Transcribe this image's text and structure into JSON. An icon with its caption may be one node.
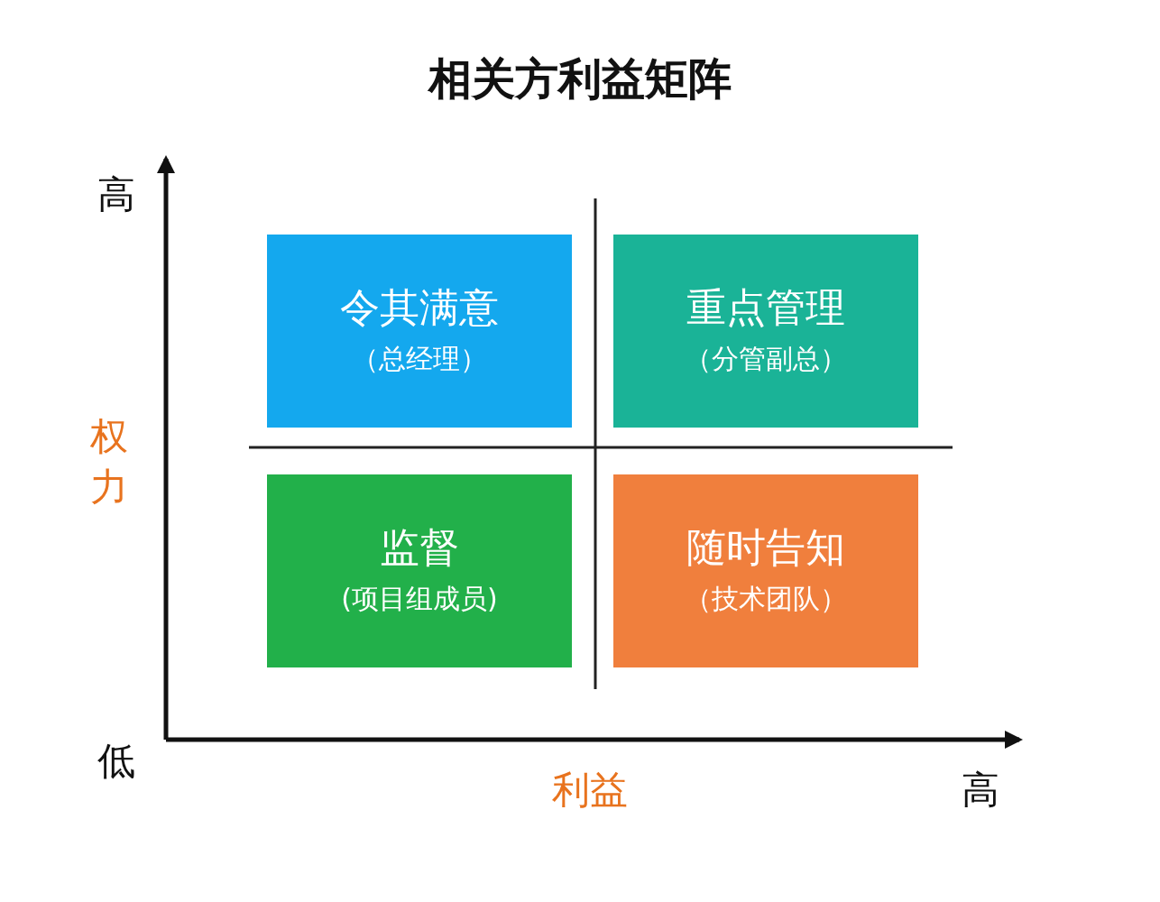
{
  "diagram": {
    "title": "相关方利益矩阵",
    "nodes": [
      {
        "text": [
          "令其满意",
          "（总经理）"
        ]
      },
      {
        "text": [
          "重点管理",
          "（分管副总）"
        ]
      },
      {
        "text": [
          "监督",
          "(项目组成员)"
        ]
      },
      {
        "text": [
          "随时告知",
          "（技术团队）"
        ]
      }
    ],
    "labels": [
      "高",
      "权力",
      "低",
      "利益",
      "高"
    ]
  }
}
